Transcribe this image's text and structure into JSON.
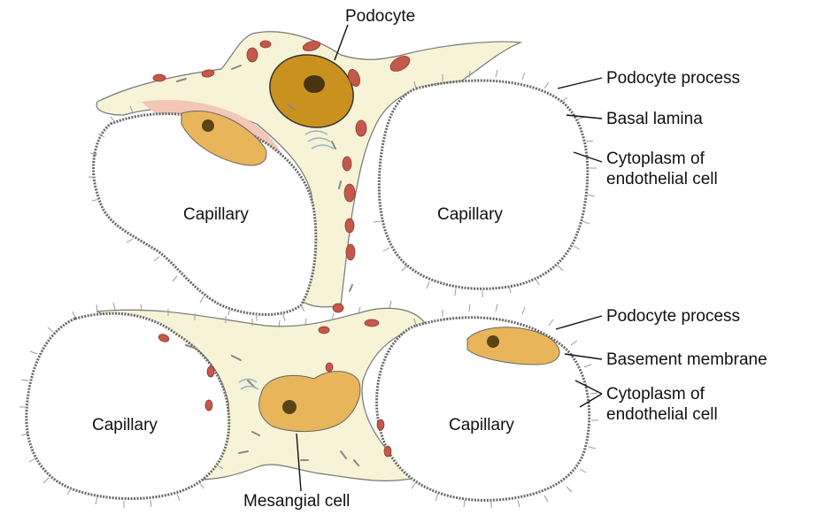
{
  "colors": {
    "background": "#ffffff",
    "cytoplasm": "#f7f3d6",
    "nucleus_podocyte": "#c9921e",
    "nucleus_other": "#e8b55a",
    "basement": "#f2c7b8",
    "granule": "#c4584a",
    "membrane": "#666666"
  },
  "labels": {
    "podocyte": "Podocyte",
    "podocyte_process_top": "Podocyte process",
    "basal_lamina": "Basal lamina",
    "cytoplasm_top_1": "Cytoplasm of",
    "cytoplasm_top_2": "endothelial cell",
    "podocyte_process_bottom": "Podocyte process",
    "basement_membrane": "Basement membrane",
    "cytoplasm_bottom_1": "Cytoplasm of",
    "cytoplasm_bottom_2": "endothelial cell",
    "mesangial_cell": "Mesangial cell"
  },
  "capillaries": {
    "top_left": "Capillary",
    "top_right": "Capillary",
    "bottom_left": "Capillary",
    "bottom_right": "Capillary"
  }
}
